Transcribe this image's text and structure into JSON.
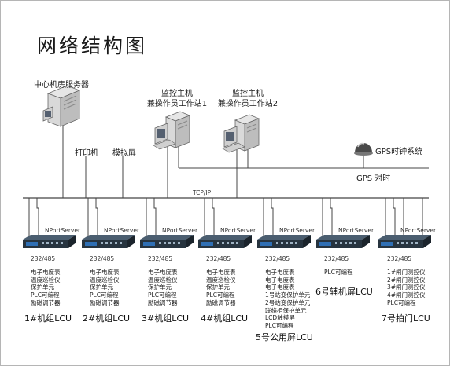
{
  "title": "网络结构图",
  "network": {
    "center_server": "中心机房服务器",
    "printer": "打印机",
    "simulator_screen": "模拟屏",
    "workstation_1": [
      "监控主机",
      "兼操作员工作站1"
    ],
    "workstation_2": [
      "监控主机",
      "兼操作员工作站2"
    ],
    "gps_system": "GPS时钟系统",
    "gps_sync": "GPS  对时",
    "bus_label": "TCP/IP"
  },
  "units": [
    {
      "nport": "NPortServer",
      "port": "232/485",
      "items": [
        "电子电度表",
        "温度巡检仪",
        "保护单元",
        "PLC可编程",
        "励磁调节器"
      ],
      "name": "1#机组LCU"
    },
    {
      "nport": "NPortServer",
      "port": "232/485",
      "items": [
        "电子电度表",
        "温度巡检仪",
        "保护单元",
        "PLC可编程",
        "励磁调节器"
      ],
      "name": "2#机组LCU"
    },
    {
      "nport": "NPortServer",
      "port": "232/485",
      "items": [
        "电子电度表",
        "温度巡检仪",
        "保护单元",
        "PLC可编程",
        "励磁调节器"
      ],
      "name": "3#机组LCU"
    },
    {
      "nport": "NPortServer",
      "port": "232/485",
      "items": [
        "电子电度表",
        "温度巡检仪",
        "保护单元",
        "PLC可编程",
        "励磁调节器"
      ],
      "name": "4#机组LCU"
    },
    {
      "nport": "NPortServer",
      "port": "232/485",
      "items": [
        "电子电度表",
        "电子电度表",
        "电子电度表",
        "1号站变保护单元",
        "2号站变保护单元",
        "联络柜保护单元",
        "LCD触摸屏",
        "PLC可编程"
      ],
      "name": "5号公用屏LCU"
    },
    {
      "nport": "NPortServer",
      "port": "232/485",
      "items": [
        "PLC可编程"
      ],
      "name": "6号辅机屏LCU"
    },
    {
      "nport": "NPortServer",
      "port": "232/485",
      "items": [
        "1#闸门测控仪",
        "2#闸门测控仪",
        "3#闸门测控仪",
        "4#闸门测控仪",
        "PLC可编程"
      ],
      "name": "7号拍门LCU"
    }
  ],
  "colors": {
    "switch_body": "#27343f",
    "switch_top": "#4b5e70",
    "switch_badge": "#2f6fb4",
    "server_body": "#d6d6d6",
    "line": "#444444"
  }
}
